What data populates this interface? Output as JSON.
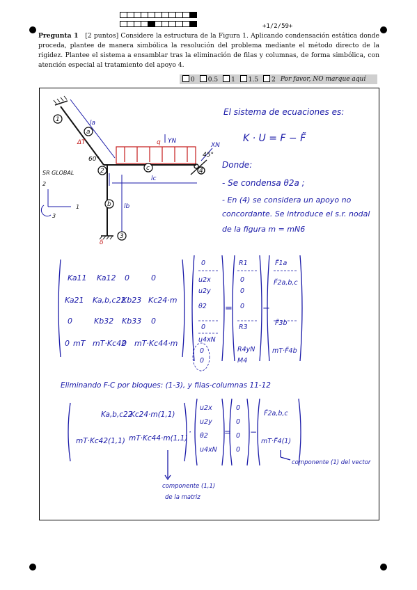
{
  "header": {
    "page_id": "+1/2/59+"
  },
  "question": {
    "label": "Pregunta 1",
    "points": "[2 puntos]",
    "text": "Considere la estructura de la Figura 1. Aplicando condensación estática donde proceda, plantee de manera simbólica la resolución del problema mediante el método directo de la rigidez. Plantee el sistema a ensamblar tras la eliminación de filas y columnas, de forma simbólica, con atención especial al tratamiento del apoyo 4."
  },
  "grading": {
    "options": [
      "0",
      "0.5",
      "1",
      "1.5",
      "2"
    ],
    "note": "Por favor, NO marque aquí"
  },
  "figure": {
    "labels": {
      "l_a": "la",
      "l_c": "lc",
      "l_b": "lb",
      "delta_t": "ΔT",
      "angle_60": "60°",
      "angle_45": "45°",
      "q": "q",
      "y_n": "YN",
      "x_n": "XN",
      "node1": "1",
      "node2": "2",
      "node3": "3",
      "node4": "4",
      "bar_a": "a",
      "bar_b": "b",
      "bar_c": "c",
      "delta": "δ",
      "sr_global": "SR GLOBAL",
      "axis2": "2",
      "axis1": "1",
      "axis3": "3"
    }
  },
  "handwriting": {
    "line1": "El sistema de ecuaciones es:",
    "line2": "K · U = F − F̃",
    "line3": "Donde:",
    "line4": "- Se condensa θ2a ;",
    "line5": "- En (4) se considera un apoyo no",
    "line6": "concordante. Se introduce el s.r. nodal",
    "line7": "de la figura    m = mN6",
    "line8": "Eliminando F-C por bloques: (1-3), y filas-columnas 11-12",
    "note_a": "componente (1,1)",
    "note_b": "de la matriz",
    "note_c": "componente (1) del vector"
  },
  "matrix1": {
    "rows": [
      [
        "Ka11",
        "Ka12",
        "0",
        "0"
      ],
      [
        "Ka21",
        "Ka,b,c22",
        "Kb23",
        "Kc24·m"
      ],
      [
        "0",
        "Kb32",
        "Kb33",
        "0"
      ],
      [
        "0",
        "mT",
        "mT·Kc42",
        "0",
        "mT·Kc44·m"
      ]
    ]
  },
  "vector_u": [
    "0",
    "u2x",
    "u2y",
    "θ2",
    "0",
    "u4xN",
    "0",
    "0"
  ],
  "vector_r": [
    "R1",
    "0",
    "0",
    "0",
    "R3",
    "R4yN",
    "M4"
  ],
  "vector_ft": [
    "F̃1a",
    "F̃2a,b,c",
    "F̃3b",
    "mT·F̃4b"
  ],
  "matrix2": {
    "cells": [
      "Ka,b,c22",
      "Kc24·m(1,1)",
      "mT·Kc42(1,1)",
      "mT·Kc44·m(1,1)"
    ],
    "u": [
      "u2x",
      "u2y",
      "θ2",
      "u4xN"
    ],
    "zeros": [
      "0",
      "0",
      "0",
      "0"
    ],
    "ft": [
      "F̃2a,b,c",
      "mT·F̃4(1)"
    ]
  }
}
